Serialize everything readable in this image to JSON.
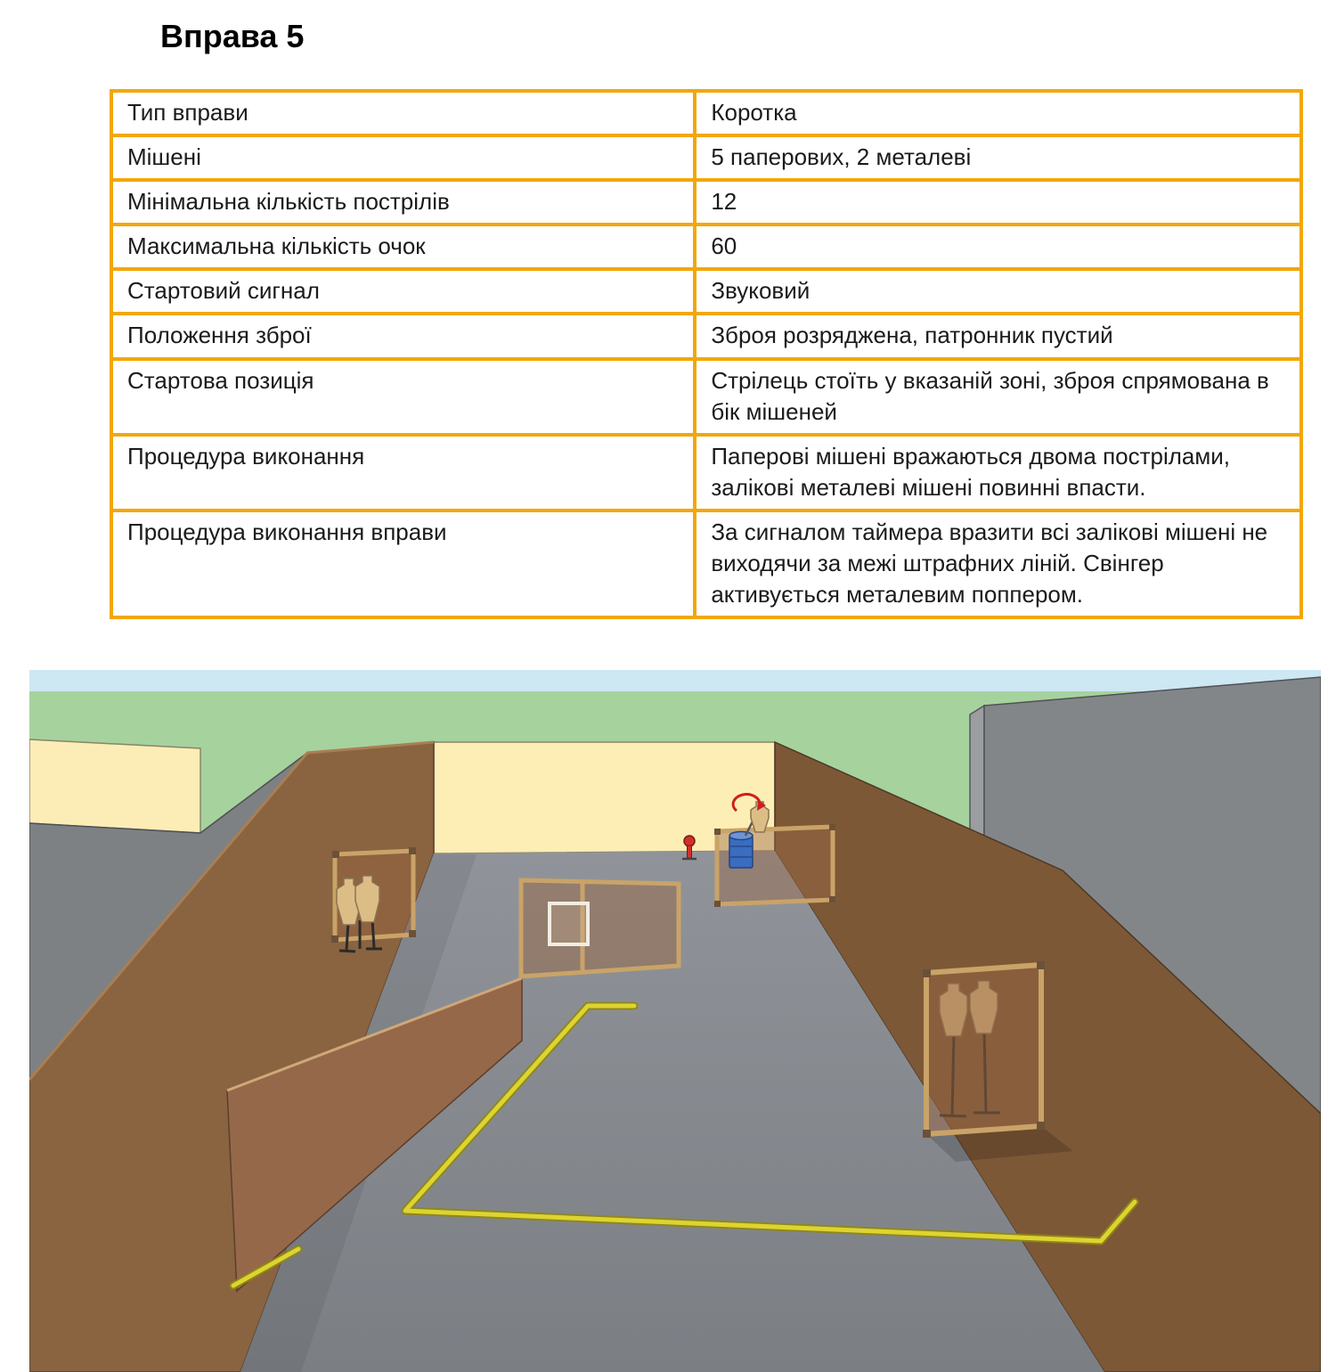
{
  "page": {
    "title": "Вправа 5"
  },
  "table": {
    "border_color": "#F2A70A",
    "rows": [
      {
        "label": "Тип вправи",
        "value": "Коротка"
      },
      {
        "label": "Мішені",
        "value": "5 паперових, 2 металеві"
      },
      {
        "label": "Мінімальна кількість пострілів",
        "value": "12"
      },
      {
        "label": "Максимальна кількість очок",
        "value": "60"
      },
      {
        "label": "Стартовий сигнал",
        "value": "Звуковий"
      },
      {
        "label": "Положення  зброї",
        "value": "Зброя розряджена, патронник пустий"
      },
      {
        "label": "Стартова позиція",
        "value": "Стрілець стоїть у вказаній зоні, зброя спрямована в бік мішеней"
      },
      {
        "label": "Процедура виконання",
        "value": "Паперові мішені вражаються двома пострілами, залікові металеві мішені повинні впасти."
      },
      {
        "label": "Процедура  виконання вправи",
        "value": "За сигналом таймера вразити всі залікові мішені не виходячи за межі штрафних ліній. Свінгер активується металевим поппером."
      }
    ]
  },
  "scene": {
    "type": "3d-range-diagram",
    "items": [
      "sky",
      "grass-field",
      "adjacent-bay-wall-cream",
      "adjacent-bay-wall-gray",
      "far-structure-gray",
      "back-wall",
      "left-wall",
      "right-wall",
      "range-floor",
      "long-barrier-wall",
      "door-barrier",
      "mesh-screen-left",
      "paper-targets-left",
      "mesh-screen-back",
      "barrel",
      "swinger-target",
      "popper",
      "paper-targets-right",
      "mesh-screen-right",
      "fault-lines"
    ],
    "colors": {
      "sky": "#cde7f3",
      "grass": "#a6d29e",
      "floor": "#868a8f",
      "wall_brown": "#8a6340",
      "wall_brown_dark": "#7d5836",
      "back_wall_cream": "#fdeeb6",
      "structure_gray": "#838689",
      "frame_tan": "#c9a368",
      "mesh_brown": "#96684a",
      "fault_line_yellow": "#ddd431",
      "barrel_blue": "#3a6cc0",
      "popper_red": "#d03028",
      "paper_target_tan": "#dcbd86"
    }
  }
}
